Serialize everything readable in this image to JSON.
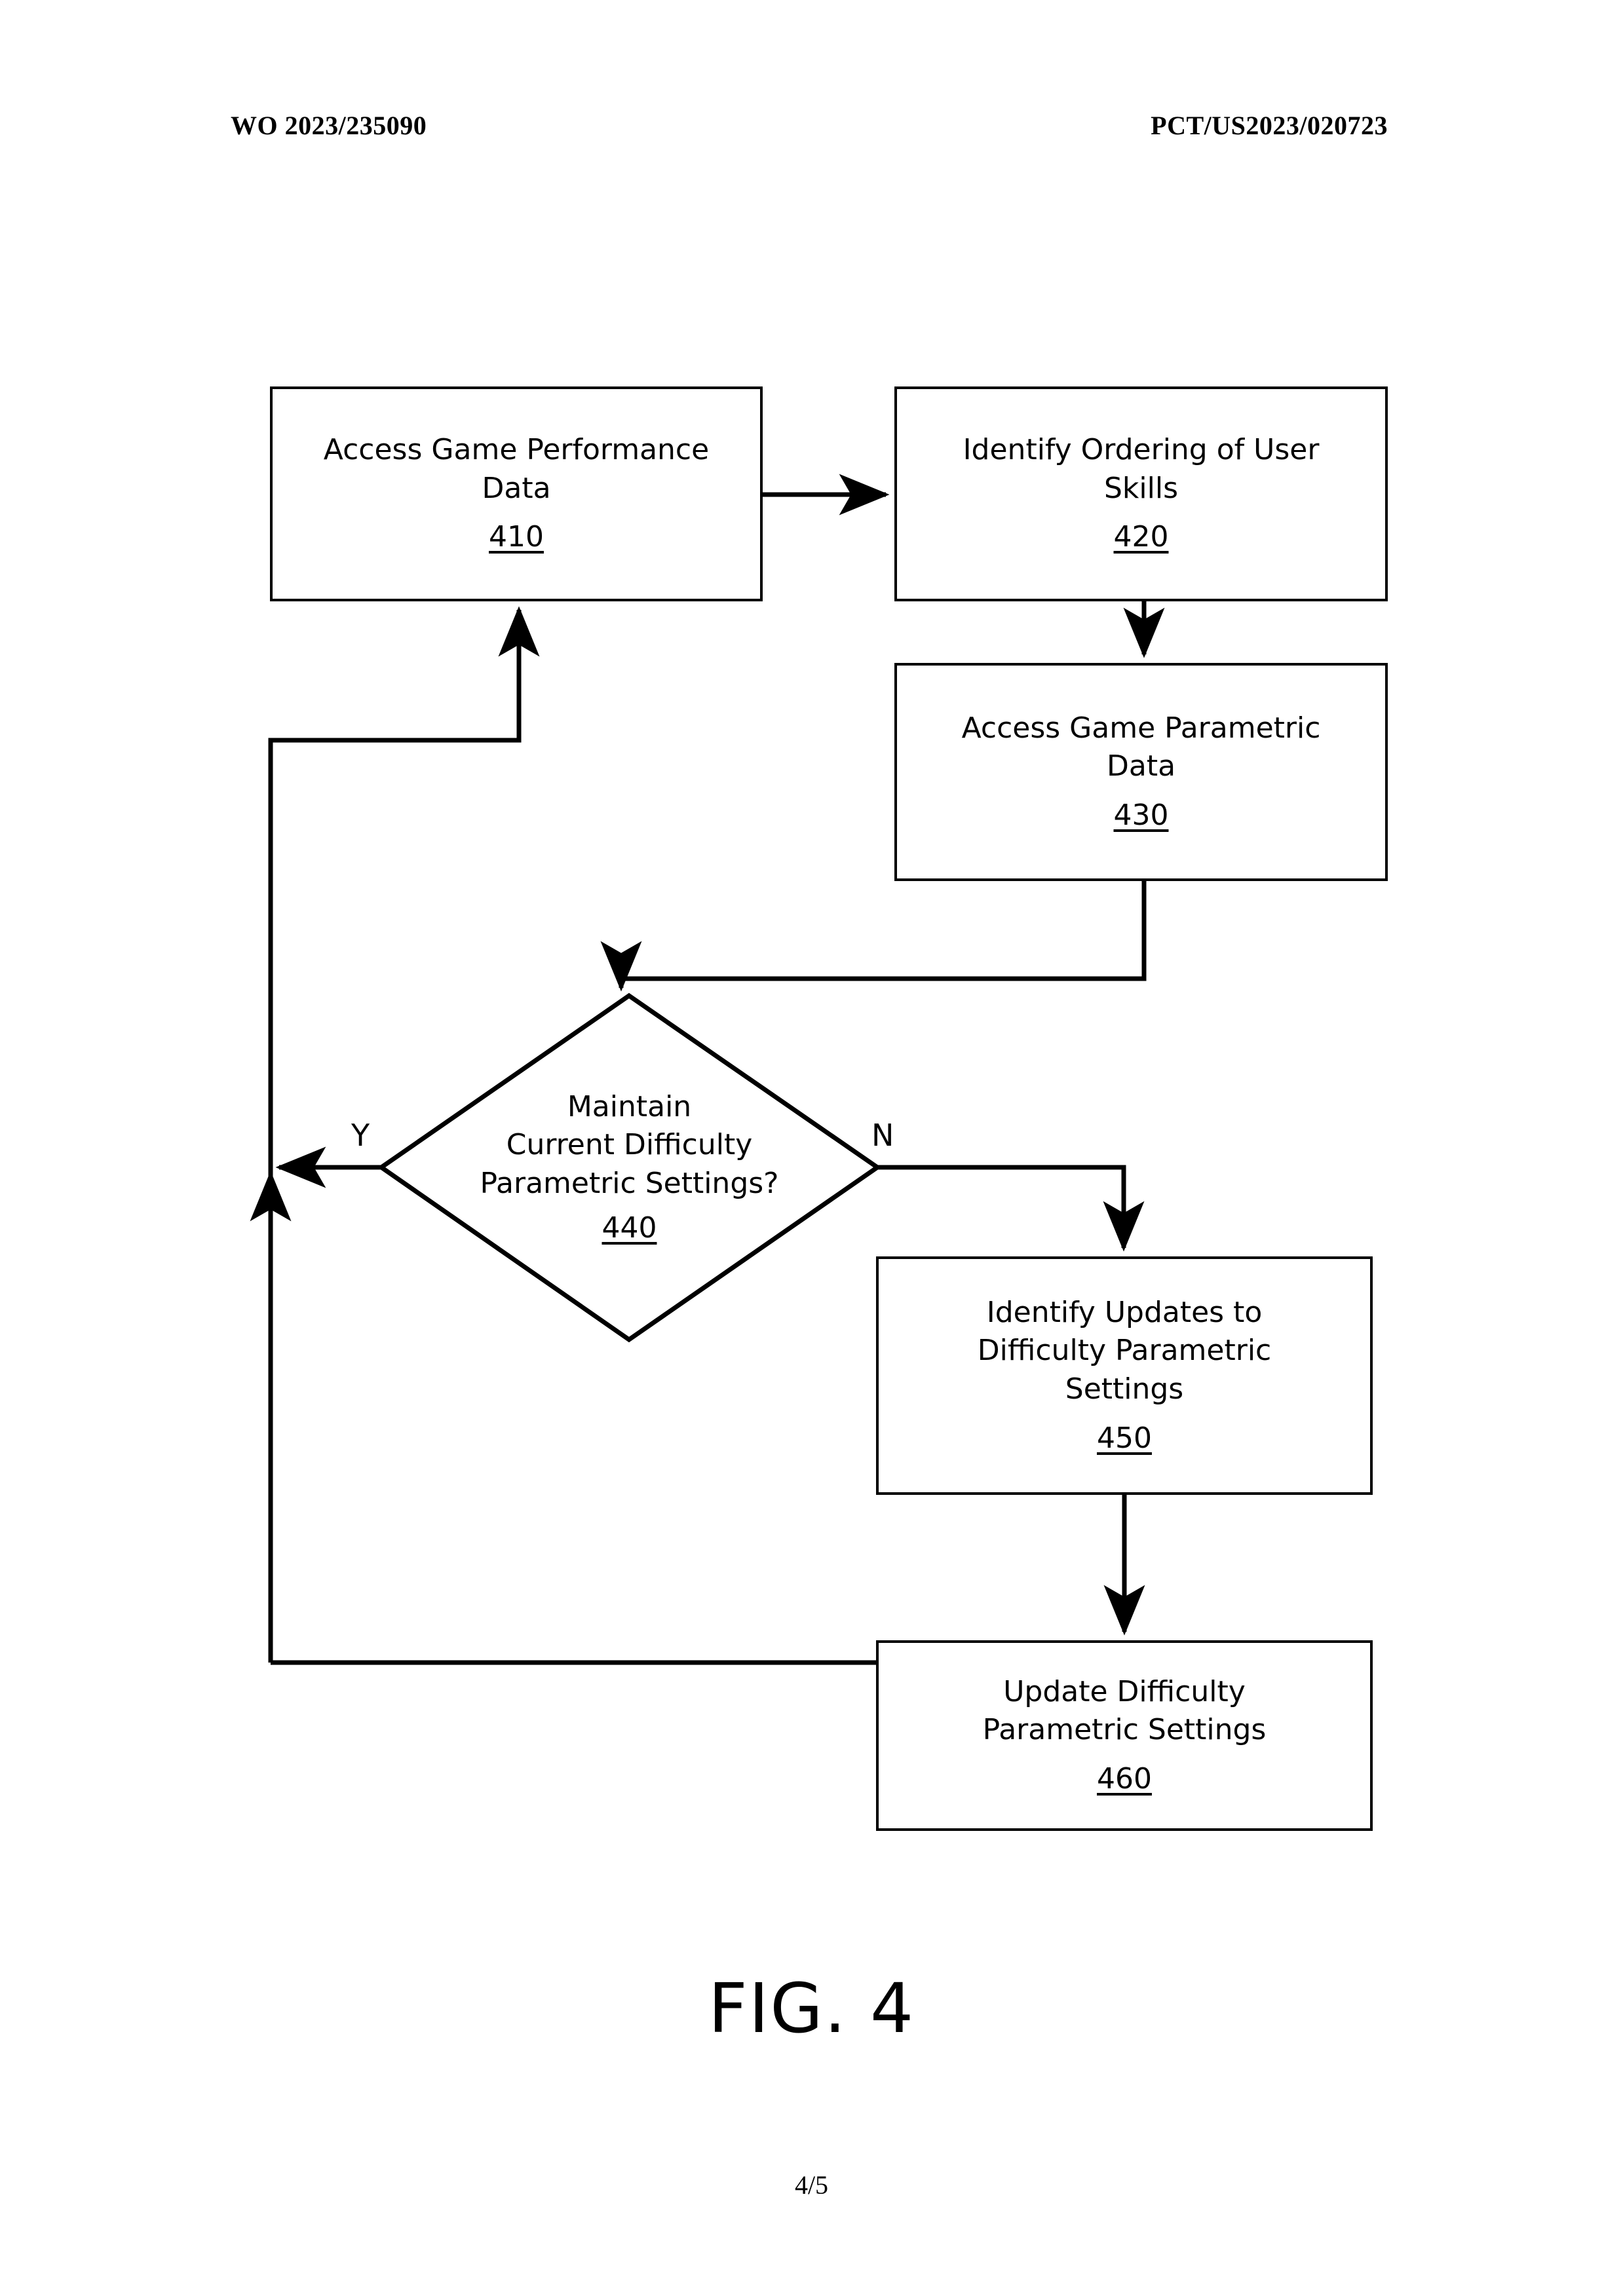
{
  "header": {
    "publication_number": "WO 2023/235090",
    "application_number": "PCT/US2023/020723"
  },
  "figure": {
    "caption": "FIG. 4",
    "page_number": "4/5"
  },
  "flowchart": {
    "nodes": [
      {
        "id": "410",
        "shape": "process",
        "line1": "Access Game Performance",
        "line2": "Data",
        "ref": "410"
      },
      {
        "id": "420",
        "shape": "process",
        "line1": "Identify Ordering of User",
        "line2": "Skills",
        "ref": "420"
      },
      {
        "id": "430",
        "shape": "process",
        "line1": "Access Game Parametric",
        "line2": "Data",
        "ref": "430"
      },
      {
        "id": "440",
        "shape": "decision",
        "line1": "Maintain",
        "line2": "Current Difficulty",
        "line3": "Parametric Settings?",
        "ref": "440"
      },
      {
        "id": "450",
        "shape": "process",
        "line1": "Identify Updates to",
        "line2": "Difficulty Parametric",
        "line3": "Settings",
        "ref": "450"
      },
      {
        "id": "460",
        "shape": "process",
        "line1": "Update Difficulty",
        "line2": "Parametric Settings",
        "ref": "460"
      }
    ],
    "branch_labels": {
      "yes": "Y",
      "no": "N"
    },
    "edges": [
      {
        "from": "410",
        "to": "420",
        "label": ""
      },
      {
        "from": "420",
        "to": "430",
        "label": ""
      },
      {
        "from": "430",
        "to": "440",
        "label": ""
      },
      {
        "from": "440",
        "to": "return",
        "label": "Y"
      },
      {
        "from": "440",
        "to": "450",
        "label": "N"
      },
      {
        "from": "450",
        "to": "460",
        "label": ""
      },
      {
        "from": "460",
        "to": "410",
        "label": ""
      }
    ]
  },
  "colors": {
    "stroke": "#000000",
    "background": "#ffffff"
  }
}
